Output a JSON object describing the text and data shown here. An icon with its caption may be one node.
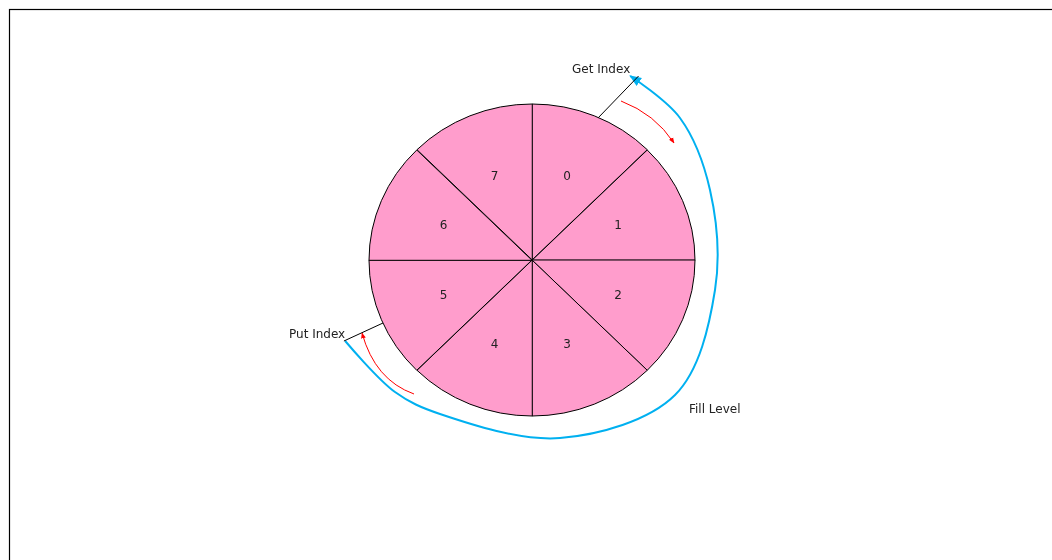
{
  "diagram": {
    "nodes": [
      {
        "text": [
          "0"
        ]
      },
      {
        "text": [
          "1"
        ]
      },
      {
        "text": [
          "2"
        ]
      },
      {
        "text": [
          "3"
        ]
      },
      {
        "text": [
          "4"
        ]
      },
      {
        "text": [
          "5"
        ]
      },
      {
        "text": [
          "6"
        ]
      },
      {
        "text": [
          "7"
        ]
      },
      {
        "text": [
          "Get Index"
        ]
      },
      {
        "text": [
          "Put Index"
        ]
      }
    ],
    "edges": [
      {
        "from": 9,
        "to": 8,
        "arrow": "to",
        "color": "#00b0f0"
      },
      {
        "from": 8,
        "to": 0,
        "arrow": "none"
      },
      {
        "from": 9,
        "to": 5,
        "arrow": "none"
      }
    ],
    "labels": [
      "Fill Level"
    ]
  }
}
